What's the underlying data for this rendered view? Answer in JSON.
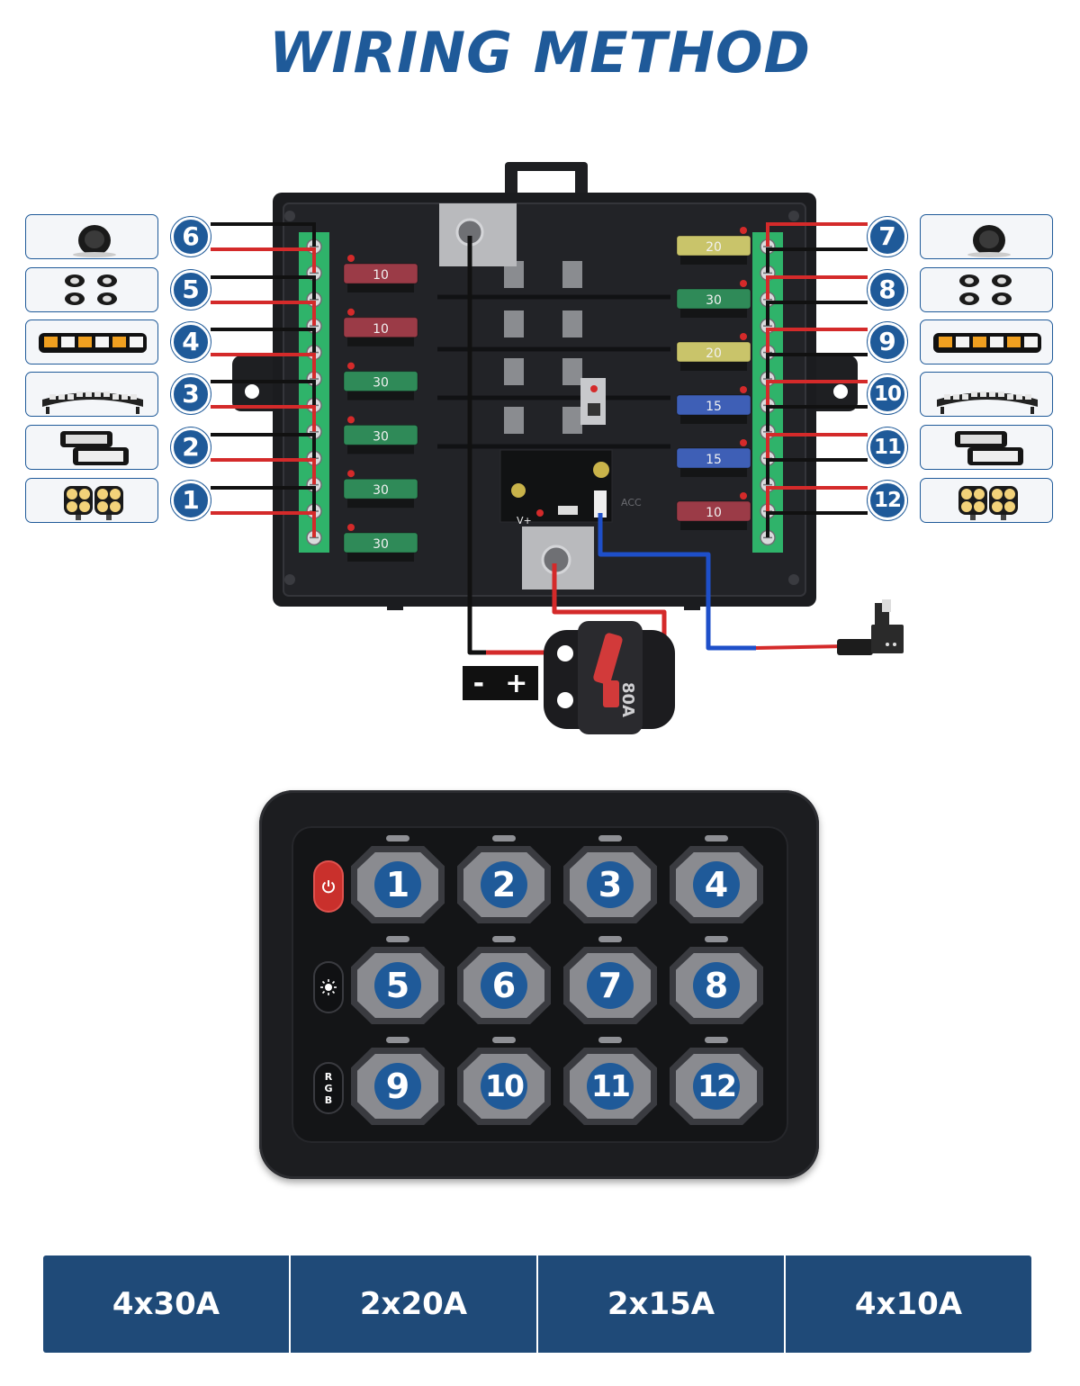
{
  "title": "WIRING METHOD",
  "left_channels": [
    {
      "label": "6",
      "icon": "speaker-icon"
    },
    {
      "label": "5",
      "icon": "rock-lights-icon"
    },
    {
      "label": "4",
      "icon": "light-bar-amber-icon"
    },
    {
      "label": "3",
      "icon": "curved-led-bar-icon"
    },
    {
      "label": "2",
      "icon": "flush-work-lights-icon"
    },
    {
      "label": "1",
      "icon": "pod-lights-icon"
    }
  ],
  "right_channels": [
    {
      "label": "7",
      "icon": "speaker-icon"
    },
    {
      "label": "8",
      "icon": "rock-lights-icon"
    },
    {
      "label": "9",
      "icon": "light-bar-amber-icon"
    },
    {
      "label": "10",
      "icon": "curved-led-bar-icon"
    },
    {
      "label": "11",
      "icon": "flush-work-lights-icon"
    },
    {
      "label": "12",
      "icon": "pod-lights-icon"
    }
  ],
  "fuses_left": [
    "10",
    "10",
    "30",
    "30",
    "30",
    "30"
  ],
  "fuses_right": [
    "20",
    "30",
    "20",
    "15",
    "15",
    "10"
  ],
  "board_labels": {
    "acc": "ACC",
    "vplus": "V+"
  },
  "breaker_label": "80A",
  "battery": {
    "minus": "-",
    "plus": "+"
  },
  "keypad": {
    "side_buttons": [
      {
        "name": "power",
        "icon": "power-icon"
      },
      {
        "name": "brightness",
        "icon": "brightness-icon"
      },
      {
        "name": "rgb",
        "label": "RGB"
      }
    ],
    "buttons": [
      "1",
      "2",
      "3",
      "4",
      "5",
      "6",
      "7",
      "8",
      "9",
      "10",
      "11",
      "12"
    ]
  },
  "fuse_summary": [
    "4x30A",
    "2x20A",
    "2x15A",
    "4x10A"
  ],
  "colors": {
    "accent": "#1f5a99",
    "wire_red": "#d42a2a",
    "wire_black": "#111111",
    "wire_blue": "#1e4fc9",
    "terminal_green": "#2fb36a"
  }
}
